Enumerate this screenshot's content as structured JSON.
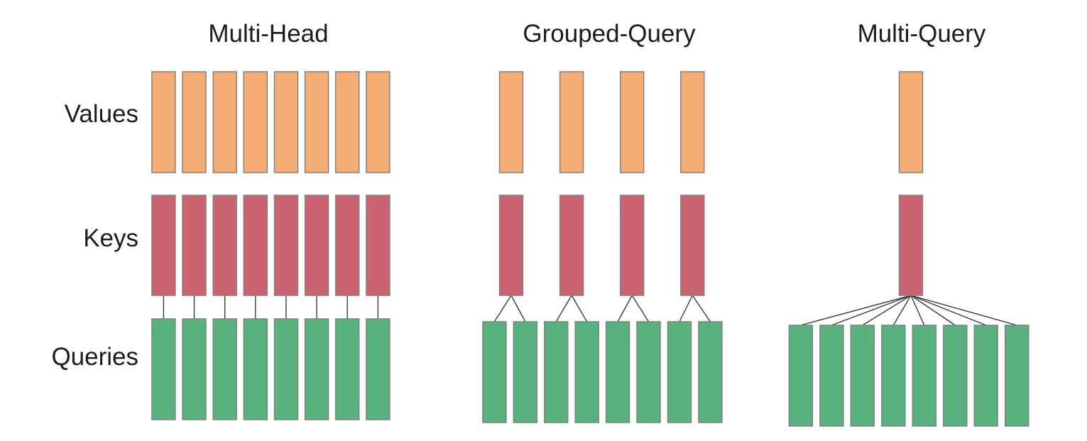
{
  "figure": {
    "description": "Comparison of attention head sharing schemes",
    "row_labels": [
      "Values",
      "Keys",
      "Queries"
    ],
    "colors": {
      "values_fill": "#F5AD74",
      "keys_fill": "#CB6371",
      "queries_fill": "#57B27E",
      "bar_outline": "#828282",
      "connector_line": "#3a3a3a",
      "text": "#1c1c1c",
      "background": "#ffffff"
    },
    "panels": [
      {
        "title": "Multi-Head",
        "num_value_heads": 8,
        "num_key_heads": 8,
        "num_query_heads": 8,
        "mapping": "one-to-one"
      },
      {
        "title": "Grouped-Query",
        "num_value_heads": 4,
        "num_key_heads": 4,
        "num_query_heads": 8,
        "mapping": "pair-per-group"
      },
      {
        "title": "Multi-Query",
        "num_value_heads": 1,
        "num_key_heads": 1,
        "num_query_heads": 8,
        "mapping": "all-to-one"
      }
    ]
  }
}
